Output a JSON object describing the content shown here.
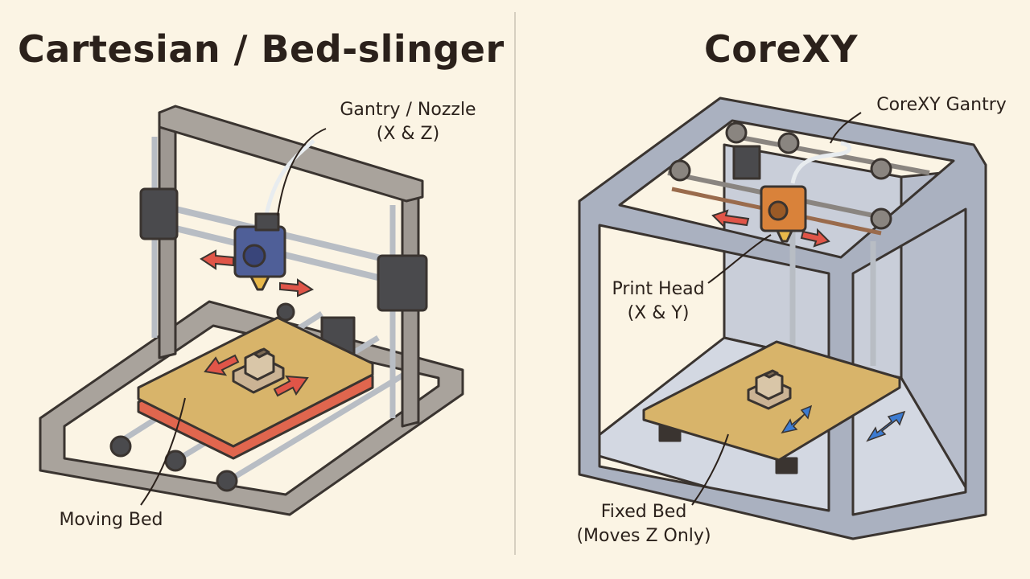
{
  "left_panel": {
    "title": "Cartesian / Bed-slinger",
    "gantry_label_1": "Gantry / Nozzle",
    "gantry_label_2": "(X & Z)",
    "bed_label": "Moving Bed"
  },
  "right_panel": {
    "title": "CoreXY",
    "gantry_label": "CoreXY Gantry",
    "head_label_1": "Print Head",
    "head_label_2": "(X & Y)",
    "bed_label_1": "Fixed Bed",
    "bed_label_2": "(Moves Z Only)"
  },
  "colors": {
    "background": "#fbf4e4",
    "frame": "#8a8580",
    "bed": "#d8b46a",
    "heated_bed": "#e0664e",
    "arrow_red": "#e05548",
    "arrow_blue": "#3c7bd1",
    "print_head_left": "#4f5f98",
    "print_head_right": "#d9823a"
  }
}
